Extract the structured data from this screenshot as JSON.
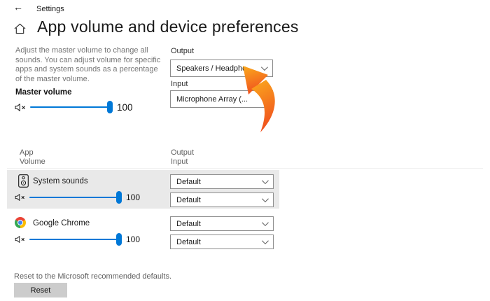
{
  "topbar": {
    "back_glyph": "←",
    "window_title": "Settings"
  },
  "page": {
    "title": "App volume and device preferences"
  },
  "master": {
    "description": "Adjust the master volume to change all sounds. You can adjust volume for specific apps and system sounds as a percentage of the master volume.",
    "label": "Master volume",
    "value": "100"
  },
  "devices": {
    "output_label": "Output",
    "output_value": "Speakers / Headpho...",
    "input_label": "Input",
    "input_value": "Microphone Array (..."
  },
  "app_table": {
    "header_col1_line1": "App",
    "header_col1_line2": "Volume",
    "header_col2_line1": "Output",
    "header_col2_line2": "Input"
  },
  "apps": [
    {
      "name": "System sounds",
      "volume": "100",
      "output": "Default",
      "input": "Default"
    },
    {
      "name": "Google Chrome",
      "volume": "100",
      "output": "Default",
      "input": "Default"
    }
  ],
  "reset": {
    "description": "Reset to the Microsoft recommended defaults.",
    "button_label": "Reset"
  },
  "colors": {
    "accent_blue": "#0078d7",
    "row_highlight": "#e9e9e9",
    "arrow_gradient_top": "#fbaa1d",
    "arrow_gradient_bottom": "#f0521e"
  }
}
